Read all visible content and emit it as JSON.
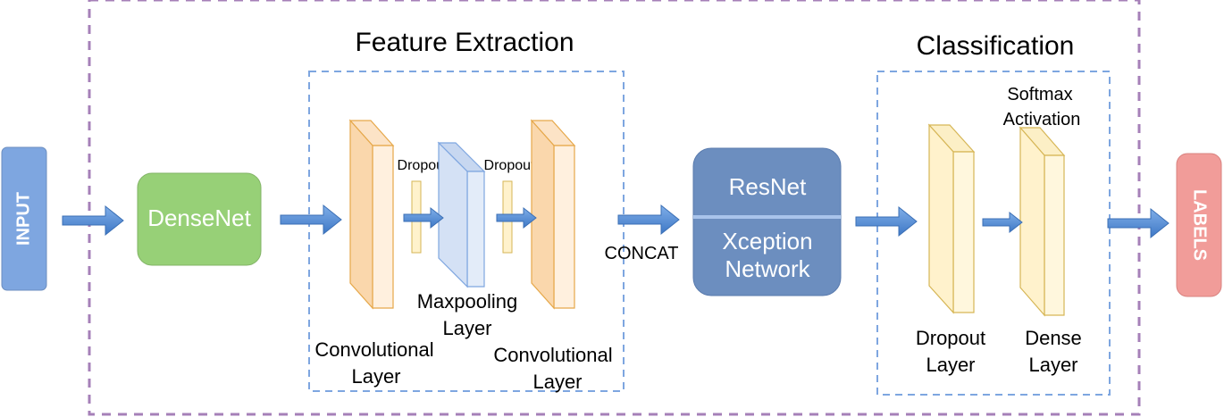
{
  "colors": {
    "outer_border": "#A680B8",
    "inner_border": "#7EA6E0",
    "arrow": "#4A86D4",
    "input": "#7EA6E0",
    "densenet": "#97D077",
    "conv": "#FAD7AC",
    "conv_stroke": "#E6A84A",
    "maxpool": "#D4E1F5",
    "maxpool_stroke": "#7EA6E0",
    "dropout": "#FFF2CC",
    "dropout_stroke": "#D6B656",
    "resnet": "#6C8EBF",
    "labels": "#F19C99"
  },
  "titles": {
    "feature_extraction": "Feature Extraction",
    "classification": "Classification"
  },
  "blocks": {
    "input": "INPUT",
    "densenet": "DenseNet",
    "resnet": "ResNet",
    "xception_line1": "Xception",
    "xception_line2": "Network",
    "labels": "LABELS"
  },
  "layer_labels": {
    "dropout_1": "Dropout",
    "dropout_2": "Dropout",
    "maxpool_line1": "Maxpooling",
    "maxpool_line2": "Layer",
    "conv1_line1": "Convolutional",
    "conv1_line2": "Layer",
    "conv2_line1": "Convolutional",
    "conv2_line2": "Layer",
    "concat": "CONCAT",
    "cls_dropout_line1": "Dropout",
    "cls_dropout_line2": "Layer",
    "dense_line1": "Dense",
    "dense_line2": "Layer",
    "softmax_line1": "Softmax",
    "softmax_line2": "Activation"
  },
  "icons": [
    "arrow-right-icon"
  ]
}
